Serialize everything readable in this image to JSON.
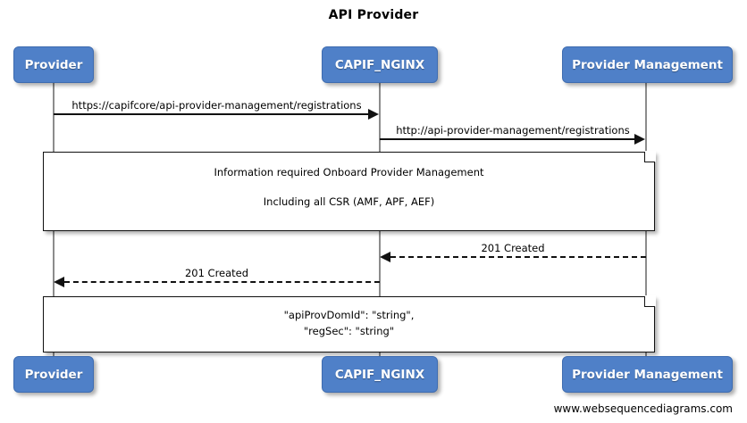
{
  "diagram": {
    "type": "sequence-diagram",
    "title": "API Provider",
    "footer": "www.websequencediagrams.com",
    "colors": {
      "participant_fill": "#4f80c8",
      "participant_border": "#3e6cb0",
      "participant_text": "#ffffff",
      "line": "#111111",
      "lifeline": "#8c8c8c",
      "background": "#ffffff"
    }
  },
  "participants": [
    {
      "id": "provider",
      "label": "Provider"
    },
    {
      "id": "capif_nginx",
      "label": "CAPIF_NGINX"
    },
    {
      "id": "provider_management",
      "label": "Provider Management"
    }
  ],
  "messages": [
    {
      "id": "m1",
      "label": "https://capifcore/api-provider-management/registrations",
      "from": "provider",
      "to": "capif_nginx",
      "style": "solid",
      "direction": "right"
    },
    {
      "id": "m2",
      "label": "http://api-provider-management/registrations",
      "from": "capif_nginx",
      "to": "provider_management",
      "style": "solid",
      "direction": "right"
    },
    {
      "id": "m3",
      "label": "201 Created",
      "from": "provider_management",
      "to": "capif_nginx",
      "style": "dashed",
      "direction": "left"
    },
    {
      "id": "m4",
      "label": "201 Created",
      "from": "capif_nginx",
      "to": "provider",
      "style": "dashed",
      "direction": "left"
    }
  ],
  "notes": [
    {
      "id": "note1",
      "lines": [
        "Information required Onboard Provider Management",
        "Including all CSR (AMF, APF, AEF)"
      ]
    },
    {
      "id": "note2",
      "lines": [
        "\"apiProvDomId\": \"string\",",
        "\"regSec\": \"string\""
      ]
    }
  ]
}
